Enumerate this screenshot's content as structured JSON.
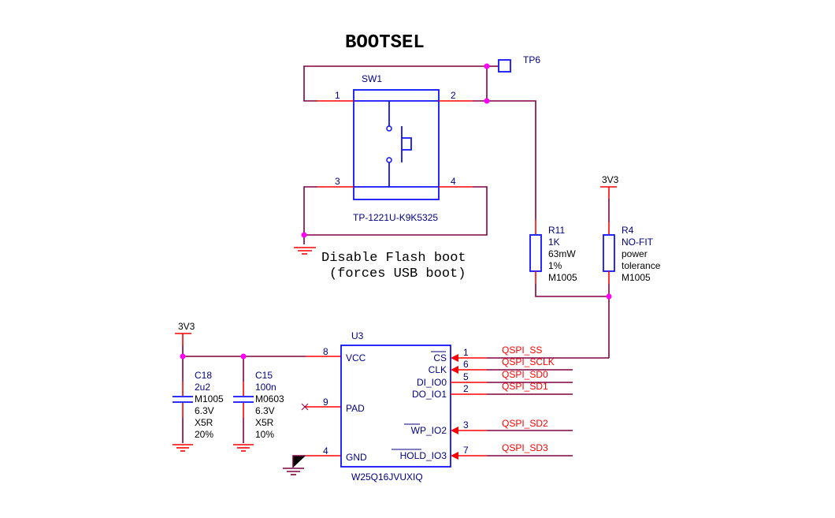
{
  "title": "BOOTSEL",
  "note": {
    "line1": "Disable Flash boot",
    "line2": "(forces USB boot)"
  },
  "testpoint": {
    "ref": "TP6"
  },
  "switch": {
    "ref": "SW1",
    "part": "TP-1221U-K9K5325",
    "pins": [
      "1",
      "2",
      "3",
      "4"
    ]
  },
  "resistors": [
    {
      "ref": "R11",
      "lines": [
        "1K",
        "63mW",
        "1%",
        "M1005"
      ]
    },
    {
      "ref": "R4",
      "lines": [
        "NO-FIT",
        "power",
        "tolerance",
        "M1005"
      ]
    }
  ],
  "power": {
    "r4_rail": "3V3",
    "flash_rail": "3V3"
  },
  "capacitors": [
    {
      "ref": "C18",
      "lines": [
        "2u2",
        "M1005",
        "6.3V",
        "X5R",
        "20%"
      ]
    },
    {
      "ref": "C15",
      "lines": [
        "100n",
        "M0603",
        "6.3V",
        "X5R",
        "10%"
      ]
    }
  ],
  "flash": {
    "ref": "U3",
    "part": "W25Q16JVUXIQ",
    "left_pins": [
      {
        "num": "8",
        "name": "VCC"
      },
      {
        "num": "9",
        "name": "PAD"
      },
      {
        "num": "4",
        "name": "GND"
      }
    ],
    "right_pins": [
      {
        "num": "1",
        "name": "CS",
        "net": "QSPI_SS"
      },
      {
        "num": "6",
        "name": "CLK",
        "net": "QSPI_SCLK"
      },
      {
        "num": "5",
        "name": "DI_IO0",
        "net": "QSPI_SD0"
      },
      {
        "num": "2",
        "name": "DO_IO1",
        "net": "QSPI_SD1"
      },
      {
        "num": "3",
        "name": "WP_IO2",
        "net": "QSPI_SD2"
      },
      {
        "num": "7",
        "name": "HOLD_IO3",
        "net": "QSPI_SD3"
      }
    ]
  }
}
